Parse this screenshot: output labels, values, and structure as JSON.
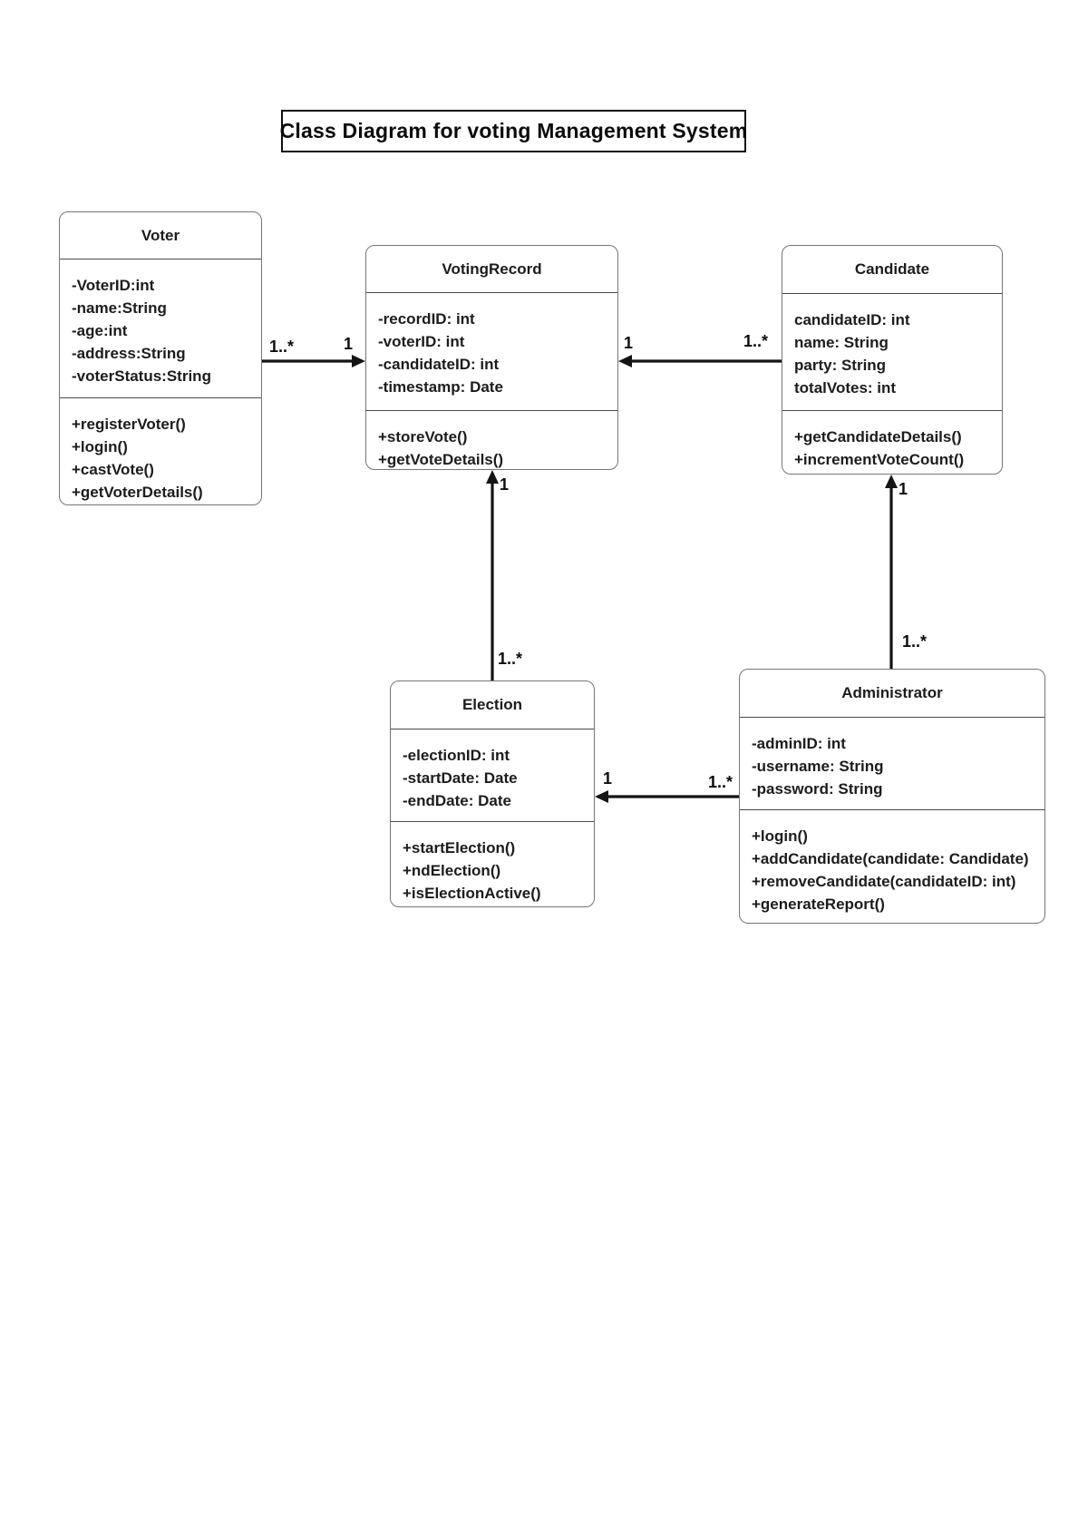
{
  "title": "Class Diagram for voting Management System",
  "classes": [
    {
      "name": "Voter",
      "attributes": [
        "-VoterID:int",
        "-name:String",
        "-age:int",
        "-address:String",
        "-voterStatus:String"
      ],
      "methods": [
        "+registerVoter()",
        "+login()",
        "+castVote()",
        "+getVoterDetails()"
      ]
    },
    {
      "name": "VotingRecord",
      "attributes": [
        "-recordID: int",
        "-voterID: int",
        "-candidateID: int",
        "-timestamp: Date"
      ],
      "methods": [
        "+storeVote()",
        "+getVoteDetails()"
      ]
    },
    {
      "name": "Candidate",
      "attributes": [
        "candidateID: int",
        "name: String",
        "party: String",
        "totalVotes: int"
      ],
      "methods": [
        "+getCandidateDetails()",
        "+incrementVoteCount()"
      ]
    },
    {
      "name": "Election",
      "attributes": [
        "-electionID: int",
        "-startDate: Date",
        "-endDate: Date"
      ],
      "methods": [
        "+startElection()",
        "+ndElection()",
        "+isElectionActive()"
      ]
    },
    {
      "name": "Administrator",
      "attributes": [
        "-adminID: int",
        "-username: String",
        "-password: String"
      ],
      "methods": [
        "+login()",
        "+addCandidate(candidate: Candidate)",
        "+removeCandidate(candidateID: int)",
        "+generateReport()"
      ]
    }
  ],
  "relationships": [
    {
      "from": "Voter",
      "to": "VotingRecord",
      "from_label": "1..*",
      "to_label": "1"
    },
    {
      "from": "Candidate",
      "to": "VotingRecord",
      "from_label": "1..*",
      "to_label": "1"
    },
    {
      "from": "Election",
      "to": "VotingRecord",
      "from_label": "1..*",
      "to_label": "1"
    },
    {
      "from": "Administrator",
      "to": "Candidate",
      "from_label": "1..*",
      "to_label": "1"
    },
    {
      "from": "Administrator",
      "to": "Election",
      "from_label": "1..*",
      "to_label": "1"
    }
  ],
  "colors": {
    "background": "#ffffff",
    "box_border": "#767676",
    "separator": "#4a4a4a",
    "text": "#1c1c1c",
    "arrow": "#141414",
    "title_border": "#101010"
  }
}
